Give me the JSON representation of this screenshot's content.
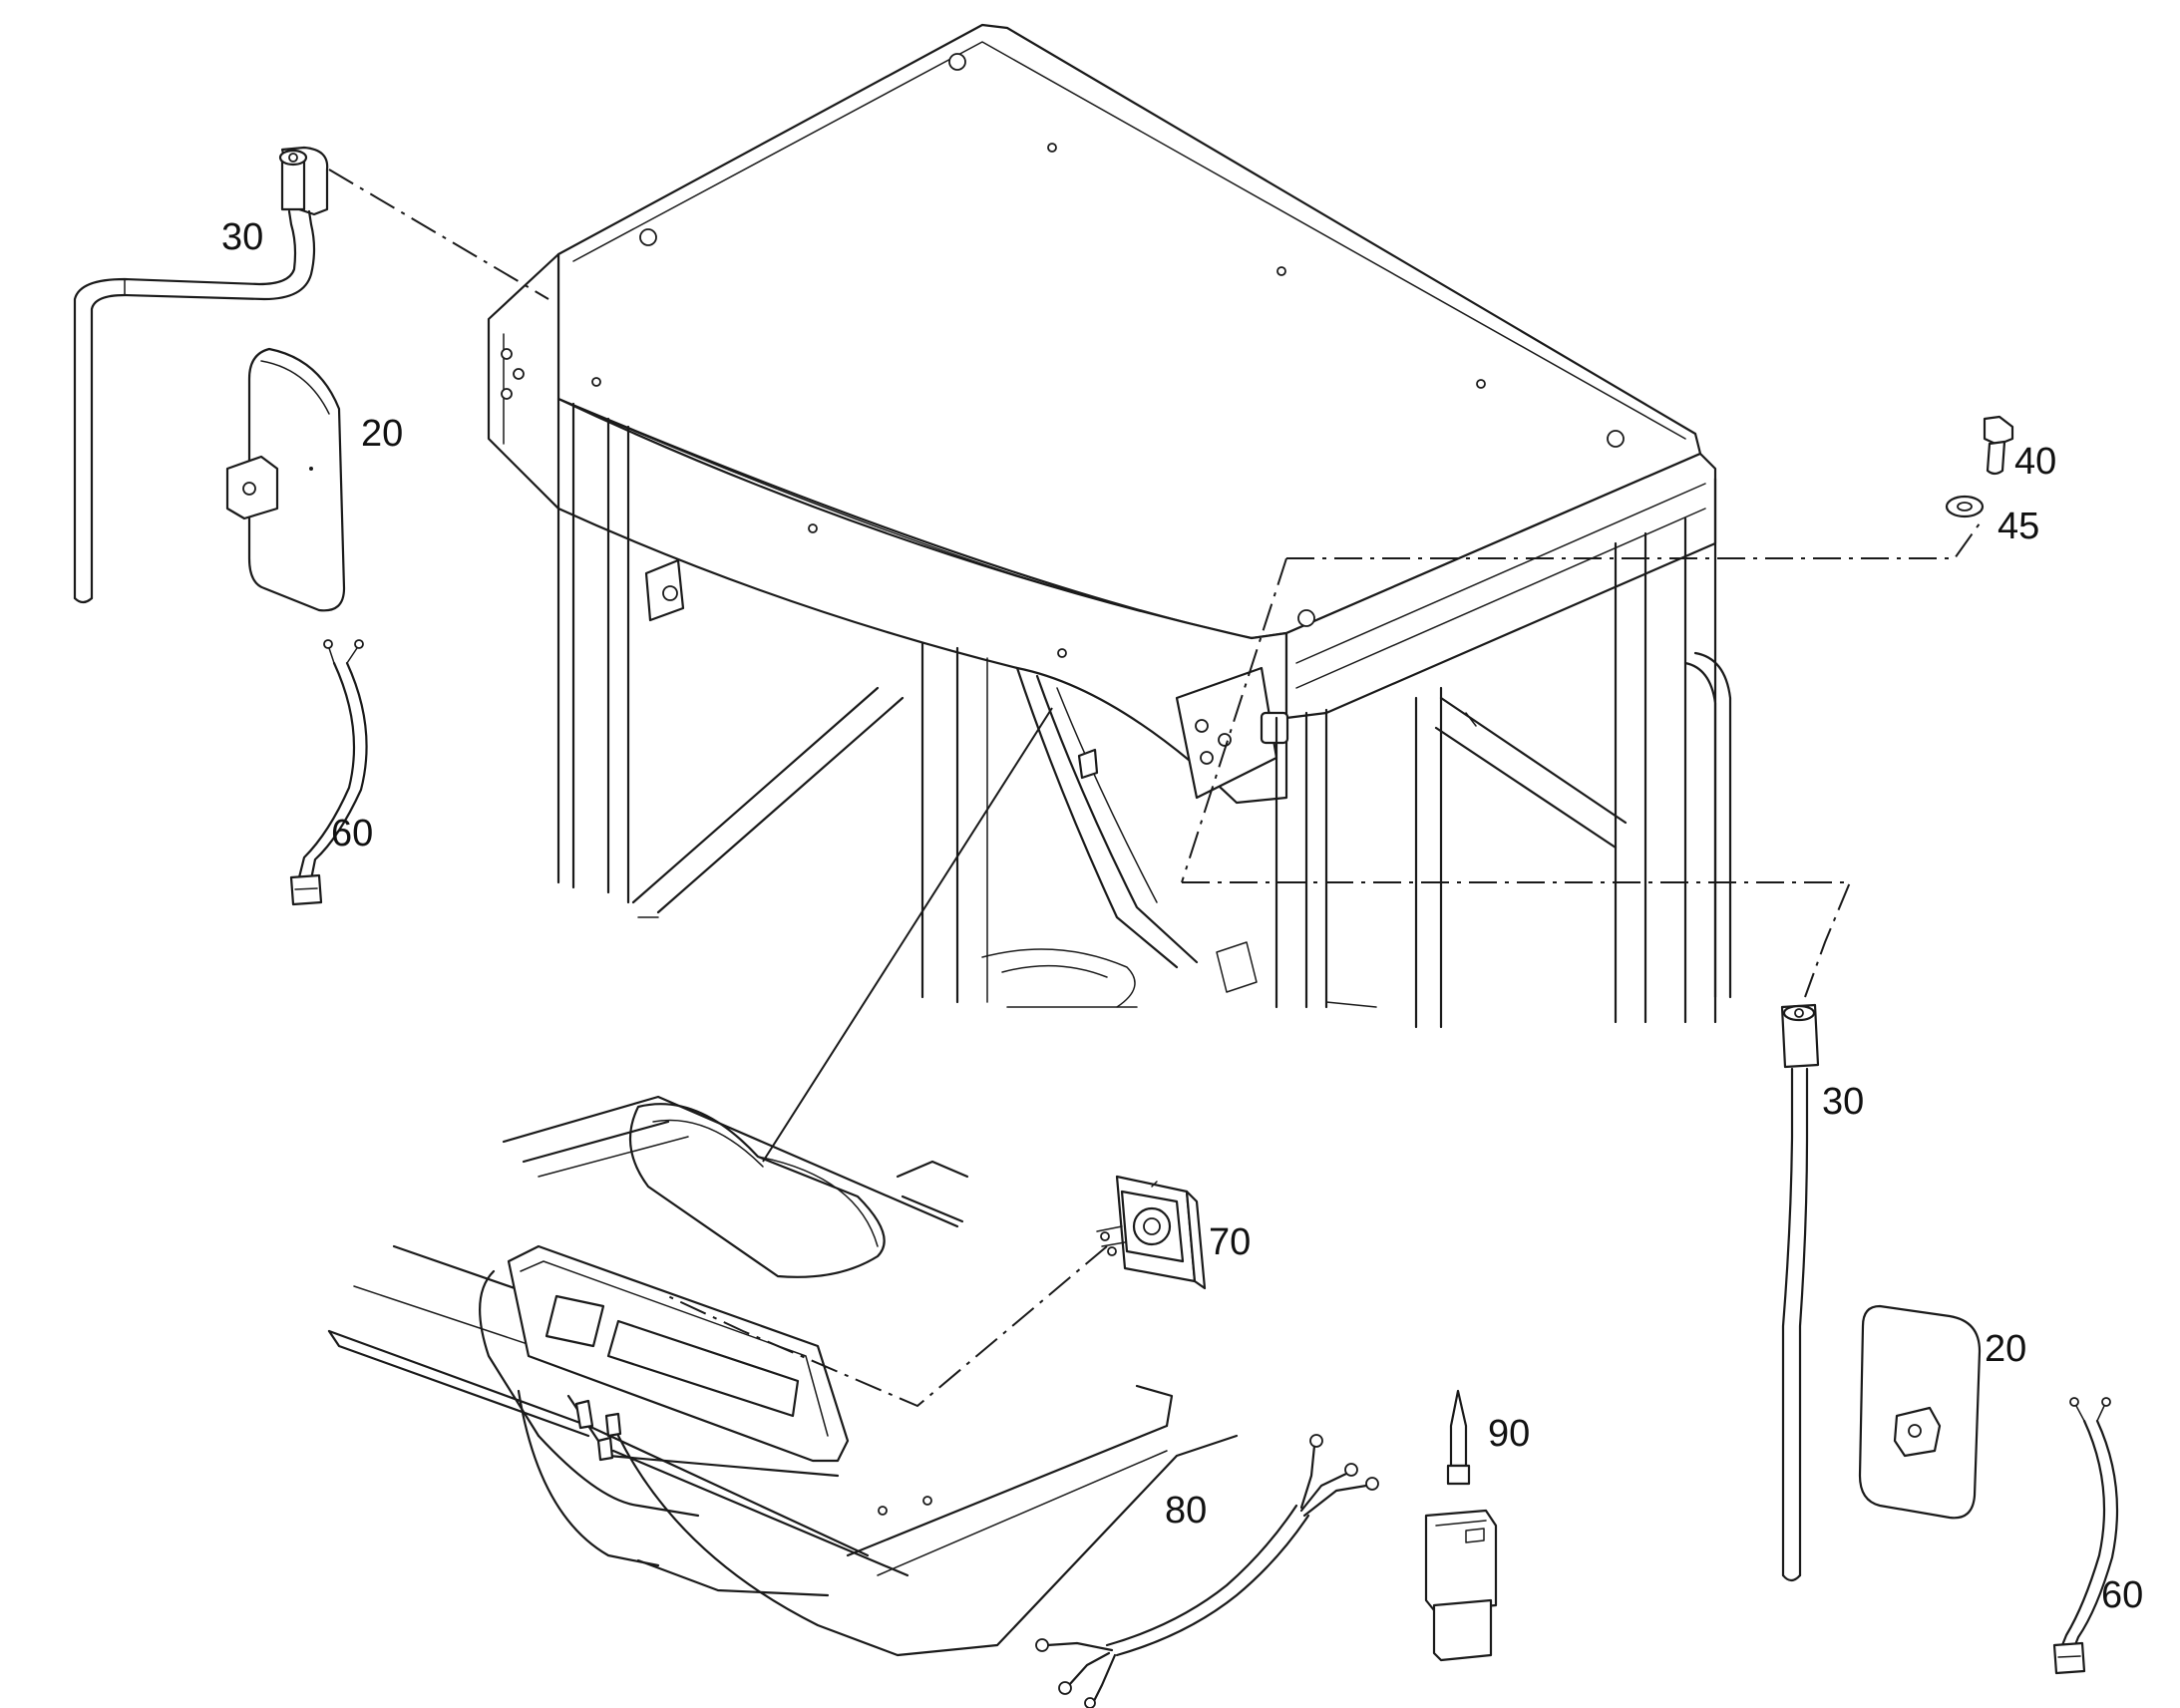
{
  "callouts": {
    "mirror_arm_left": "30",
    "mirror_arm_right": "30",
    "mirror_head_left": "20",
    "mirror_head_right": "20",
    "bolt": "40",
    "washer": "45",
    "cable_left": "60",
    "cable_right": "60",
    "switch": "70",
    "harness": "80",
    "connector": "90"
  },
  "icons": {
    "mirror_arm": "mirror-arm-icon",
    "mirror_head": "mirror-head-icon",
    "bolt": "bolt-icon",
    "washer": "washer-icon",
    "cable": "cable-icon",
    "switch": "mirror-switch-icon",
    "harness": "wiring-harness-icon",
    "connector": "connector-icon"
  },
  "colors": {
    "line": "#1a1a1a",
    "background": "#ffffff"
  }
}
